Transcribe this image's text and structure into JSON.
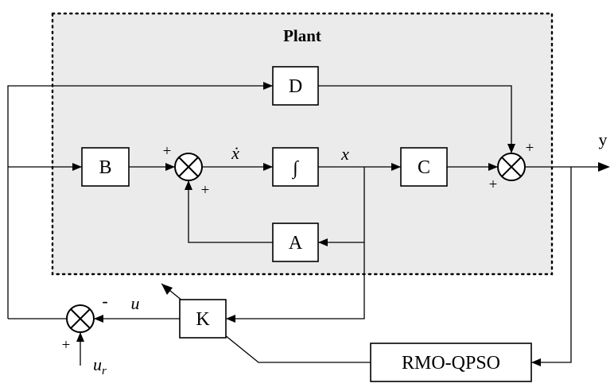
{
  "plant_title": "Plant",
  "blocks": {
    "D": "D",
    "B": "B",
    "integrator": "∫",
    "C": "C",
    "A": "A",
    "K": "K",
    "optimizer": "RMO-QPSO"
  },
  "signals": {
    "x_dot": "ẋ",
    "x": "x",
    "y": "y",
    "u": "u",
    "u_r_base": "u",
    "u_r_sub": "r"
  },
  "sign_labels": {
    "sum_left_top": "+",
    "sum_left_bottom": "+",
    "sum_right_top": "+",
    "sum_right_left": "+",
    "sum_ref_top": "-",
    "sum_ref_bottom": "+"
  },
  "colors": {
    "plant_background": "#ebebeb",
    "line": "#000000"
  }
}
